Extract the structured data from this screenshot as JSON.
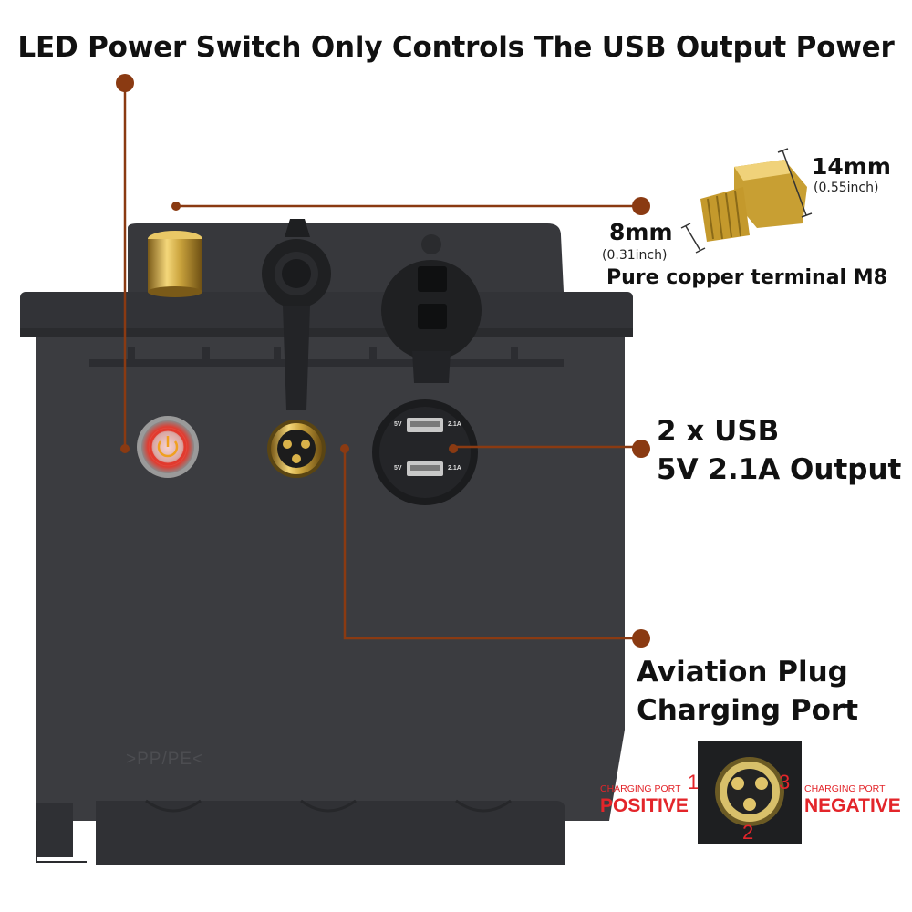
{
  "title": "LED Power Switch Only Controls The USB Output Power",
  "terminal": {
    "size_14": "14mm",
    "size_14_inch": "(0.55inch)",
    "size_8": "8mm",
    "size_8_inch": "(0.31inch)",
    "label": "Pure copper terminal M8"
  },
  "usb": {
    "line1": "2 x USB",
    "line2": "5V 2.1A Output",
    "port_voltage": "5V",
    "port_current": "2.1A"
  },
  "aviation": {
    "line1": "Aviation Plug",
    "line2": "Charging Port"
  },
  "pins": {
    "left_caption": "CHARGING PORT",
    "left_label": "POSITIVE",
    "right_caption": "CHARGING PORT",
    "right_label": "NEGATIVE",
    "pin1": "1",
    "pin2": "2",
    "pin3": "3"
  },
  "case_marking": ">PP/PE<",
  "colors": {
    "callout": "#8a3a12",
    "case": "#3b3c40",
    "case_dark": "#2f3034",
    "brass": "#c9a23c",
    "switch_ring": "#e23a2e",
    "pin_text": "#e3252a"
  }
}
